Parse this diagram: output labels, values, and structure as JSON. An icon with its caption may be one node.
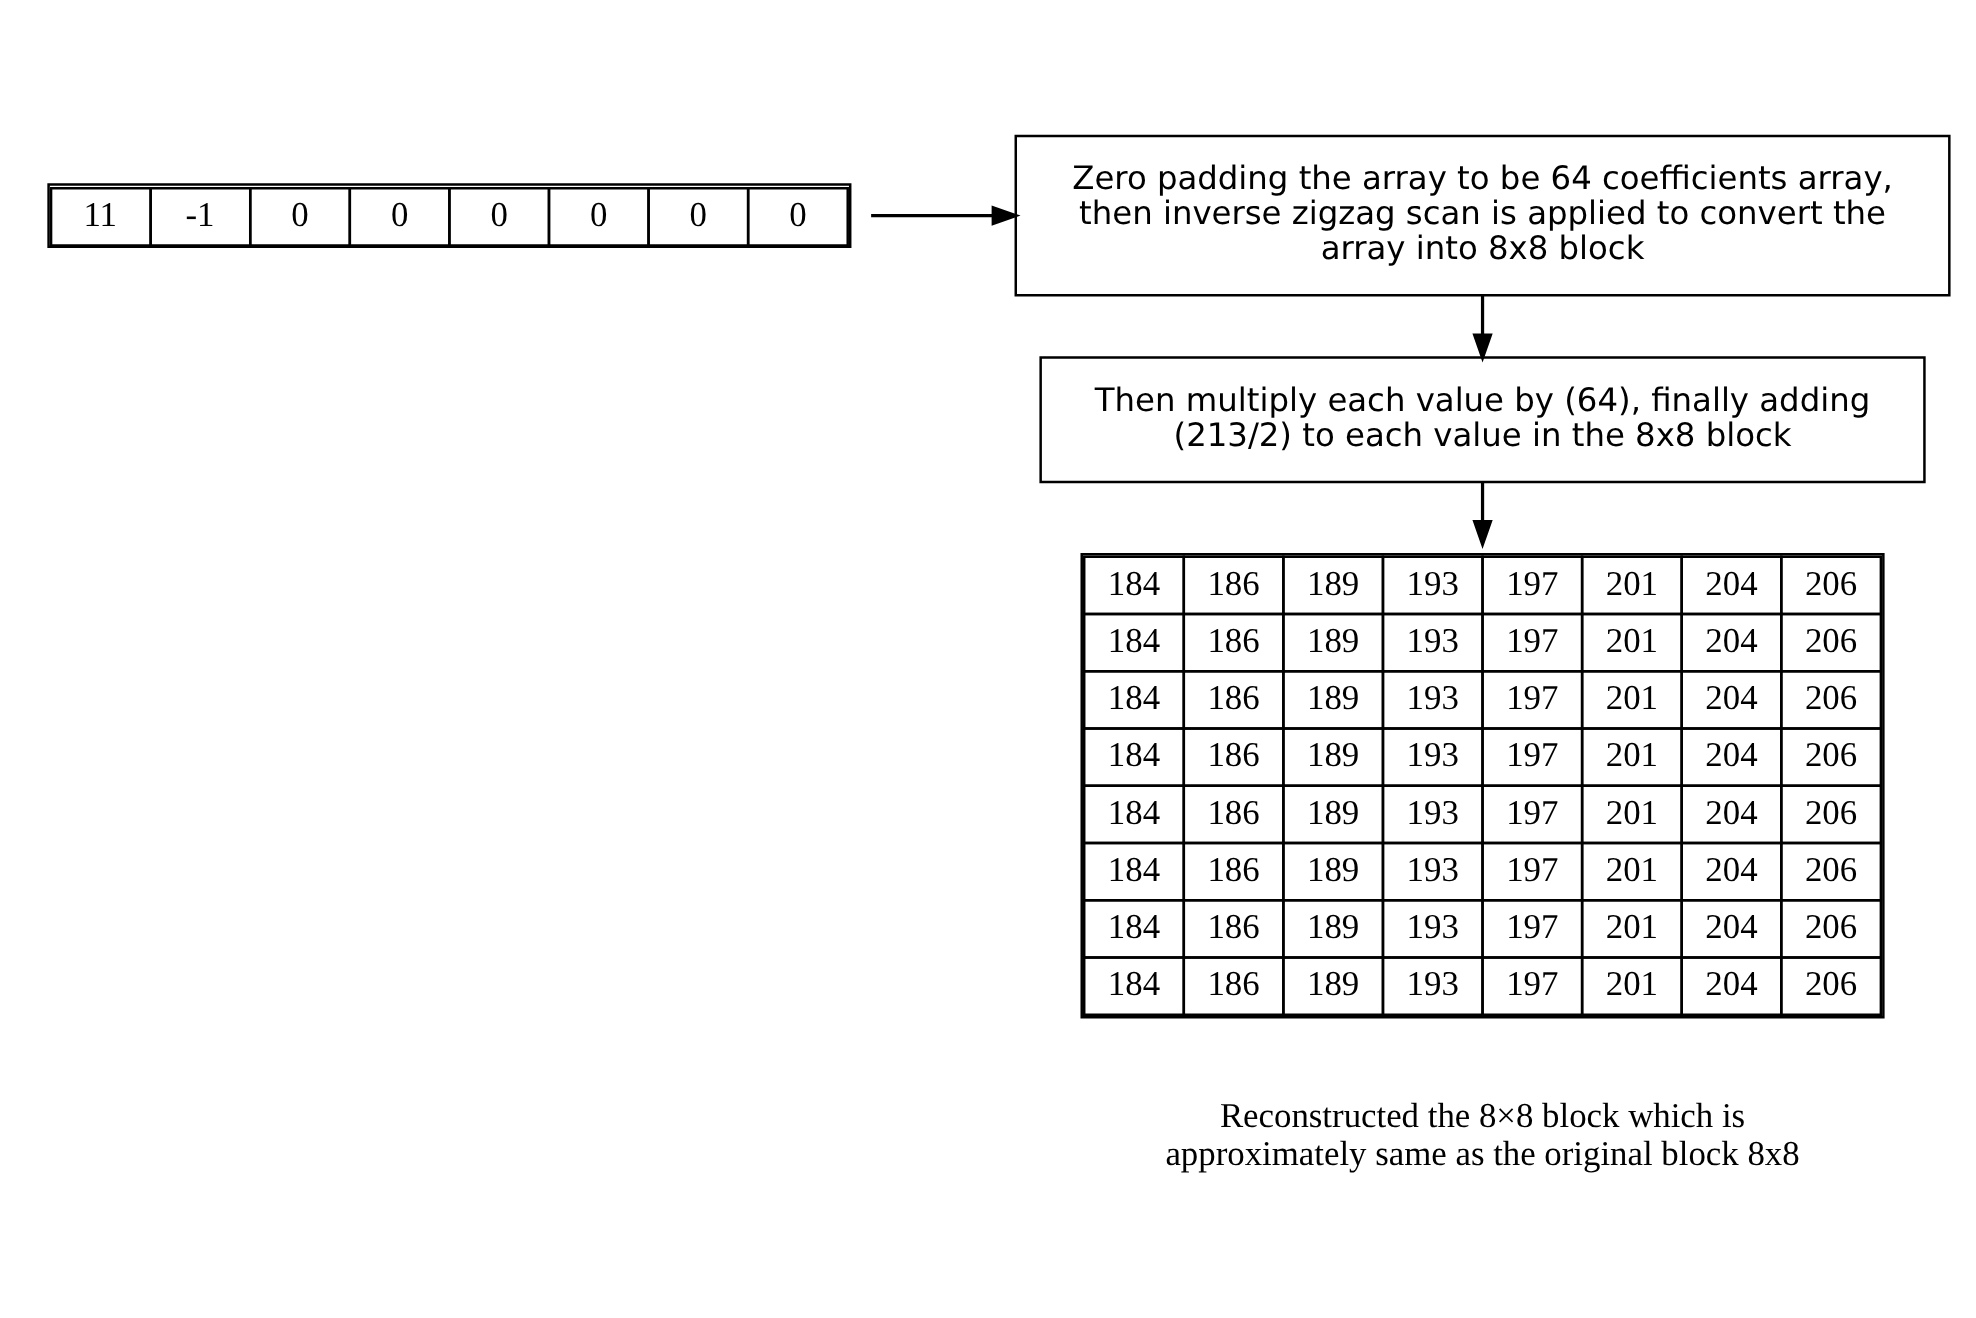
{
  "diagram": {
    "nodes": [
      {
        "text": [
          "11",
          "-1",
          "0",
          "0",
          "0",
          "0",
          "0",
          "0"
        ]
      },
      {
        "text": [
          "Zero padding the array to be 64 coefficients array, then inverse zigzag scan is applied to convert the array into 8x8 block"
        ]
      },
      {
        "text": [
          "Then multiply each value by (64), finally adding (213/2) to each value in the 8x8 block"
        ]
      },
      {
        "text": [
          "184",
          "186",
          "189",
          "193",
          "197",
          "201",
          "204",
          "206",
          "184",
          "186",
          "189",
          "193",
          "197",
          "201",
          "204",
          "206",
          "184",
          "186",
          "189",
          "193",
          "197",
          "201",
          "204",
          "206",
          "184",
          "186",
          "189",
          "193",
          "197",
          "201",
          "204",
          "206",
          "184",
          "186",
          "189",
          "193",
          "197",
          "201",
          "204",
          "206",
          "184",
          "186",
          "189",
          "193",
          "197",
          "201",
          "204",
          "206",
          "184",
          "186",
          "189",
          "193",
          "197",
          "201",
          "204",
          "206",
          "184",
          "186",
          "189",
          "193",
          "197",
          "201",
          "204",
          "206"
        ],
        "beside": [
          "Reconstructed the 8×8 block which is approximately same as the original block 8x8"
        ]
      }
    ],
    "edges": [
      {
        "from": 0,
        "to": 1,
        "arrow": "to"
      },
      {
        "from": 1,
        "to": 2,
        "arrow": "to"
      },
      {
        "from": 2,
        "to": 3,
        "arrow": "to"
      }
    ]
  }
}
